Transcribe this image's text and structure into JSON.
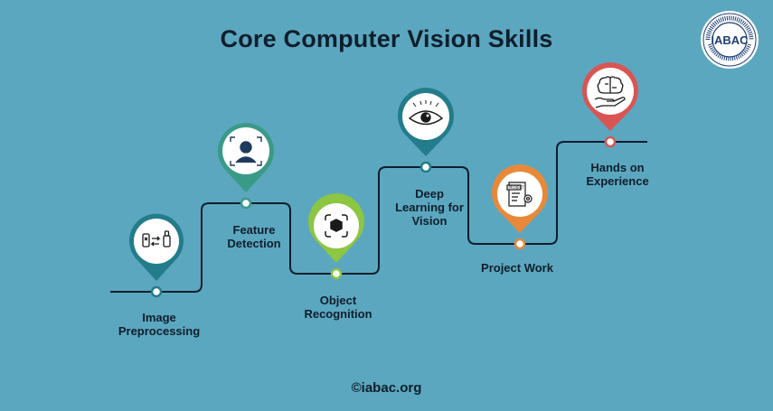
{
  "title": "Core Computer Vision Skills",
  "footer": "©iabac.org",
  "logo": {
    "text": "IABAC",
    "ring_text": "INTERNATIONAL ASSOCIATION OF BUSINESS ANALYTICS CERTIFICATION"
  },
  "steps": [
    {
      "id": "image-preprocessing",
      "label_line1": "Image",
      "label_line2": "Preprocessing",
      "color": "#227c8a",
      "icon": "image-transform-icon"
    },
    {
      "id": "feature-detection",
      "label_line1": "Feature",
      "label_line2": "Detection",
      "color": "#3a9a88",
      "icon": "face-scan-icon"
    },
    {
      "id": "object-recognition",
      "label_line1": "Object",
      "label_line2": "Recognition",
      "color": "#8cc642",
      "icon": "cube-scan-icon"
    },
    {
      "id": "deep-learning",
      "label_line1": "Deep",
      "label_line2": "Learning for",
      "label_line3": "Vision",
      "color": "#227c8a",
      "icon": "eye-icon"
    },
    {
      "id": "project-work",
      "label_line1": "Project Work",
      "color": "#e8893a",
      "icon": "project-document-icon"
    },
    {
      "id": "hands-on",
      "label_line1": "Hands on",
      "label_line2": "Experience",
      "color": "#d95553",
      "icon": "brain-hand-icon"
    }
  ]
}
